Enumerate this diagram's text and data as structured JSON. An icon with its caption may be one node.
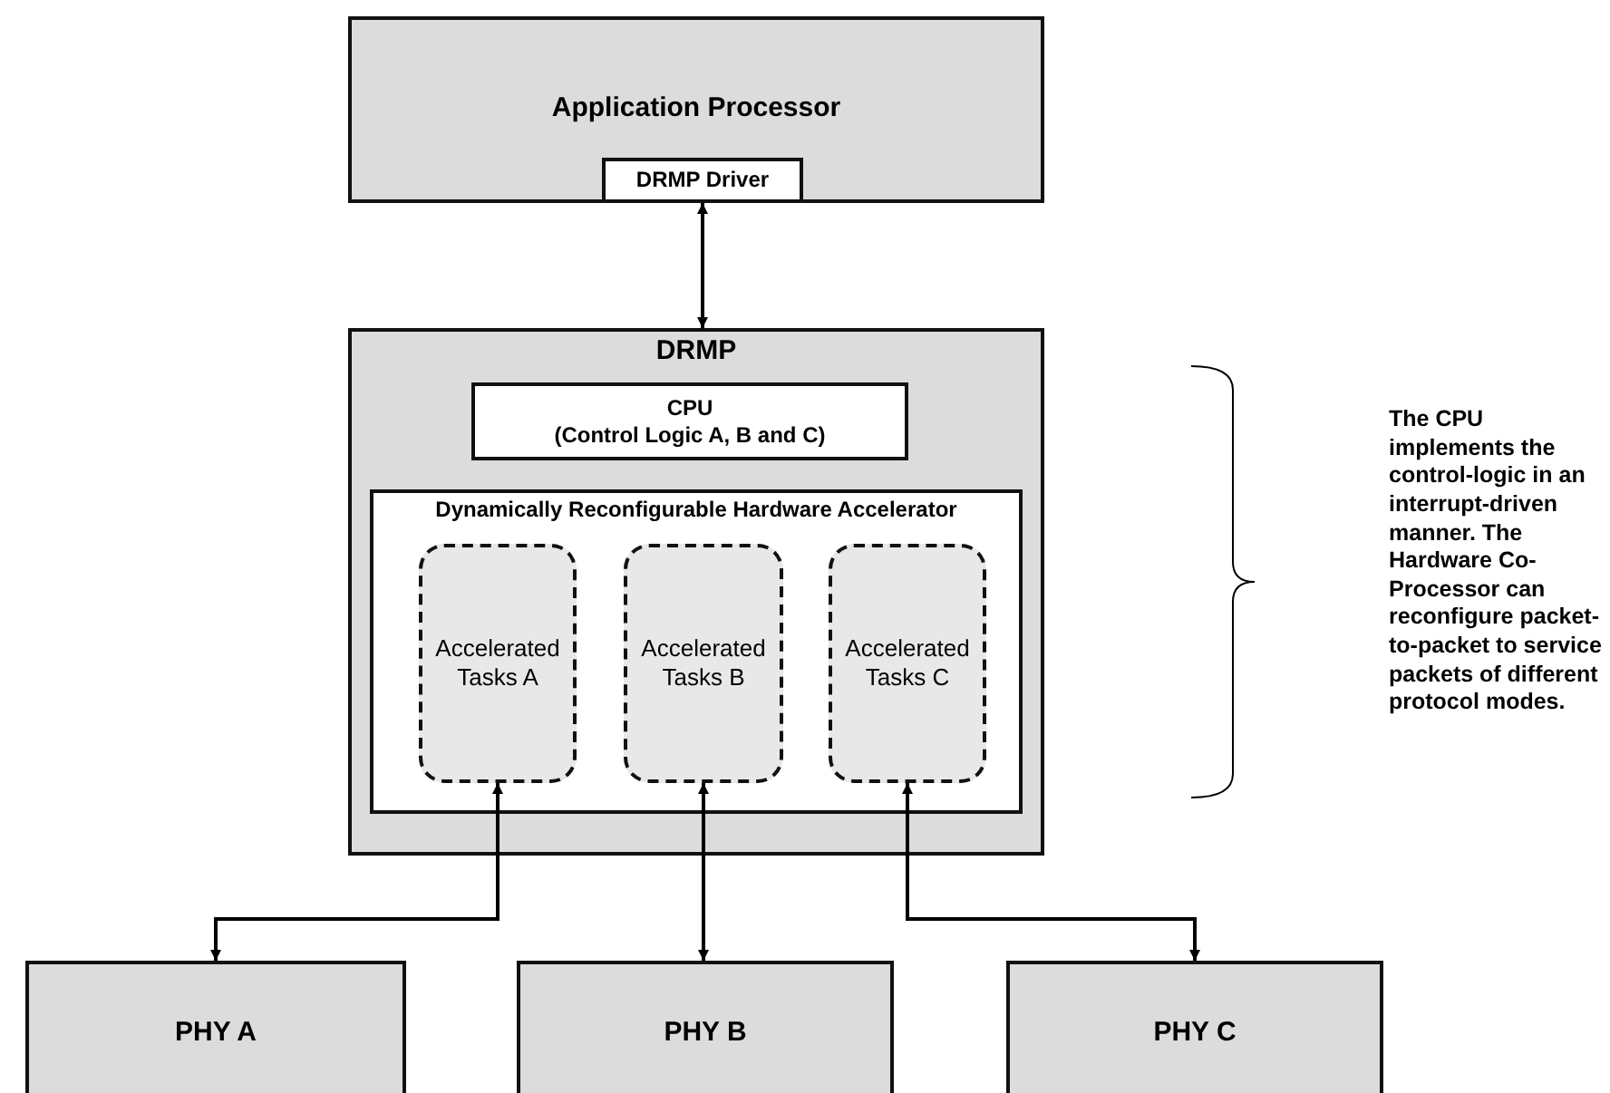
{
  "diagram": {
    "nodes": [
      {
        "text": [
          "Application Processor"
        ]
      },
      {
        "text": [
          "DRMP Driver"
        ],
        "in": 0
      },
      {
        "text": [
          "DRMP"
        ]
      },
      {
        "text": [
          "CPU",
          "(Control Logic A, B and C)"
        ],
        "in": 2
      },
      {
        "text": [
          "Dynamically Reconfigurable Hardware Accelerator"
        ],
        "in": 2
      },
      {
        "text": [
          "Accelerated Tasks A"
        ],
        "in": 4
      },
      {
        "text": [
          "Accelerated Tasks B"
        ],
        "in": 4
      },
      {
        "text": [
          "Accelerated Tasks C"
        ],
        "in": 4
      },
      {
        "text": [
          "PHY A"
        ]
      },
      {
        "text": [
          "PHY B"
        ]
      },
      {
        "text": [
          "PHY C"
        ]
      }
    ],
    "edges": [
      {
        "from": 1,
        "to": 2,
        "arrow": "both"
      },
      {
        "from": 5,
        "to": 8,
        "arrow": "both"
      },
      {
        "from": 6,
        "to": 9,
        "arrow": "both"
      },
      {
        "from": 7,
        "to": 10,
        "arrow": "both"
      }
    ],
    "labels": [
      "The CPU implements the control-logic in an interrupt-driven manner. The Hardware Co-Processor can reconfigure packet-to-packet to service packets of different protocol modes."
    ]
  }
}
